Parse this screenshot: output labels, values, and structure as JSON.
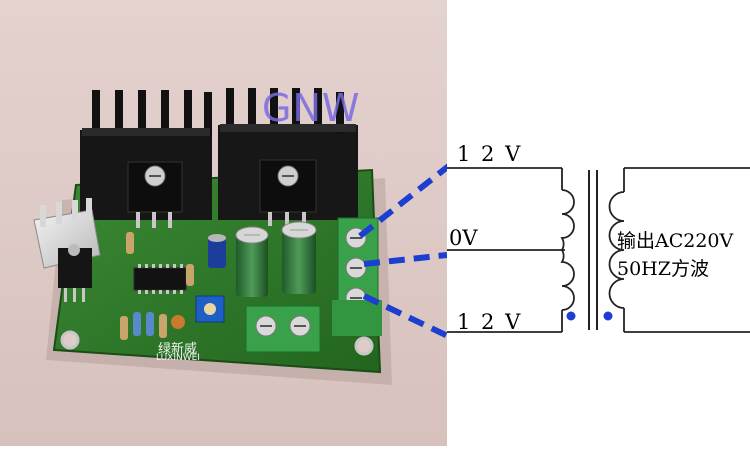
{
  "watermark": "GNW",
  "board": {
    "brand_cn": "绿新威",
    "brand_en": "LUXINWEI"
  },
  "diagram": {
    "top_terminal": "1 2 V",
    "middle_terminal": "0V",
    "bottom_terminal": "1 2 V",
    "output_line1": "输出AC220V",
    "output_line2": "50HZ方波"
  },
  "colors": {
    "background_photo": "#e0ccc8",
    "pcb_green": "#2f7a2a",
    "heatsink": "#1c1c1c",
    "dashed_link": "#1d3fd1",
    "wire": "#222222"
  }
}
